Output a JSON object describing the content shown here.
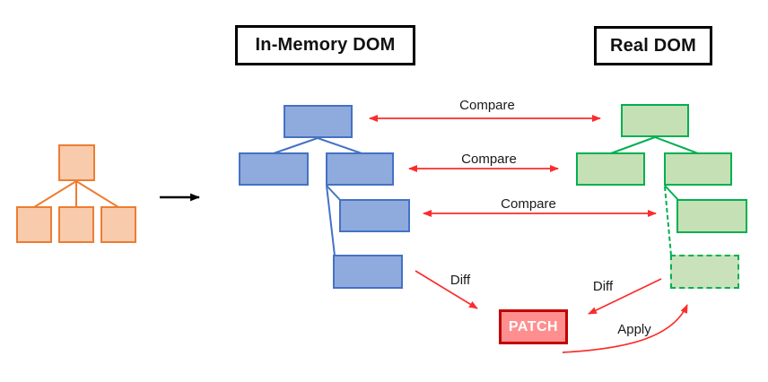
{
  "diagram": {
    "titles": {
      "in_memory": "In-Memory DOM",
      "real_dom": "Real DOM"
    },
    "labels": {
      "compare_1": "Compare",
      "compare_2": "Compare",
      "compare_3": "Compare",
      "diff_left": "Diff",
      "diff_right": "Diff",
      "apply": "Apply",
      "patch": "PATCH"
    },
    "trees": {
      "source_tree": {
        "color": "orange",
        "nodes": [
          "root",
          "child-1",
          "child-2",
          "child-3"
        ]
      },
      "in_memory_tree": {
        "color": "blue",
        "nodes": [
          "root",
          "child-left",
          "child-right",
          "grandchild",
          "great-grandchild"
        ]
      },
      "real_dom_tree": {
        "color": "green",
        "nodes": [
          "root",
          "child-left",
          "child-right",
          "grandchild",
          "new-node-dashed"
        ]
      }
    },
    "colors": {
      "orange_border": "#ED7D31",
      "orange_fill": "#F8CBAD",
      "blue_border": "#4472C4",
      "blue_fill": "#8FAADC",
      "green_border": "#00B050",
      "green_fill": "#C5E0B4",
      "patch_border": "#C00000",
      "patch_fill": "#FF8F8F",
      "arrow_red": "#FB2C2C",
      "arrow_black": "#000000"
    }
  }
}
